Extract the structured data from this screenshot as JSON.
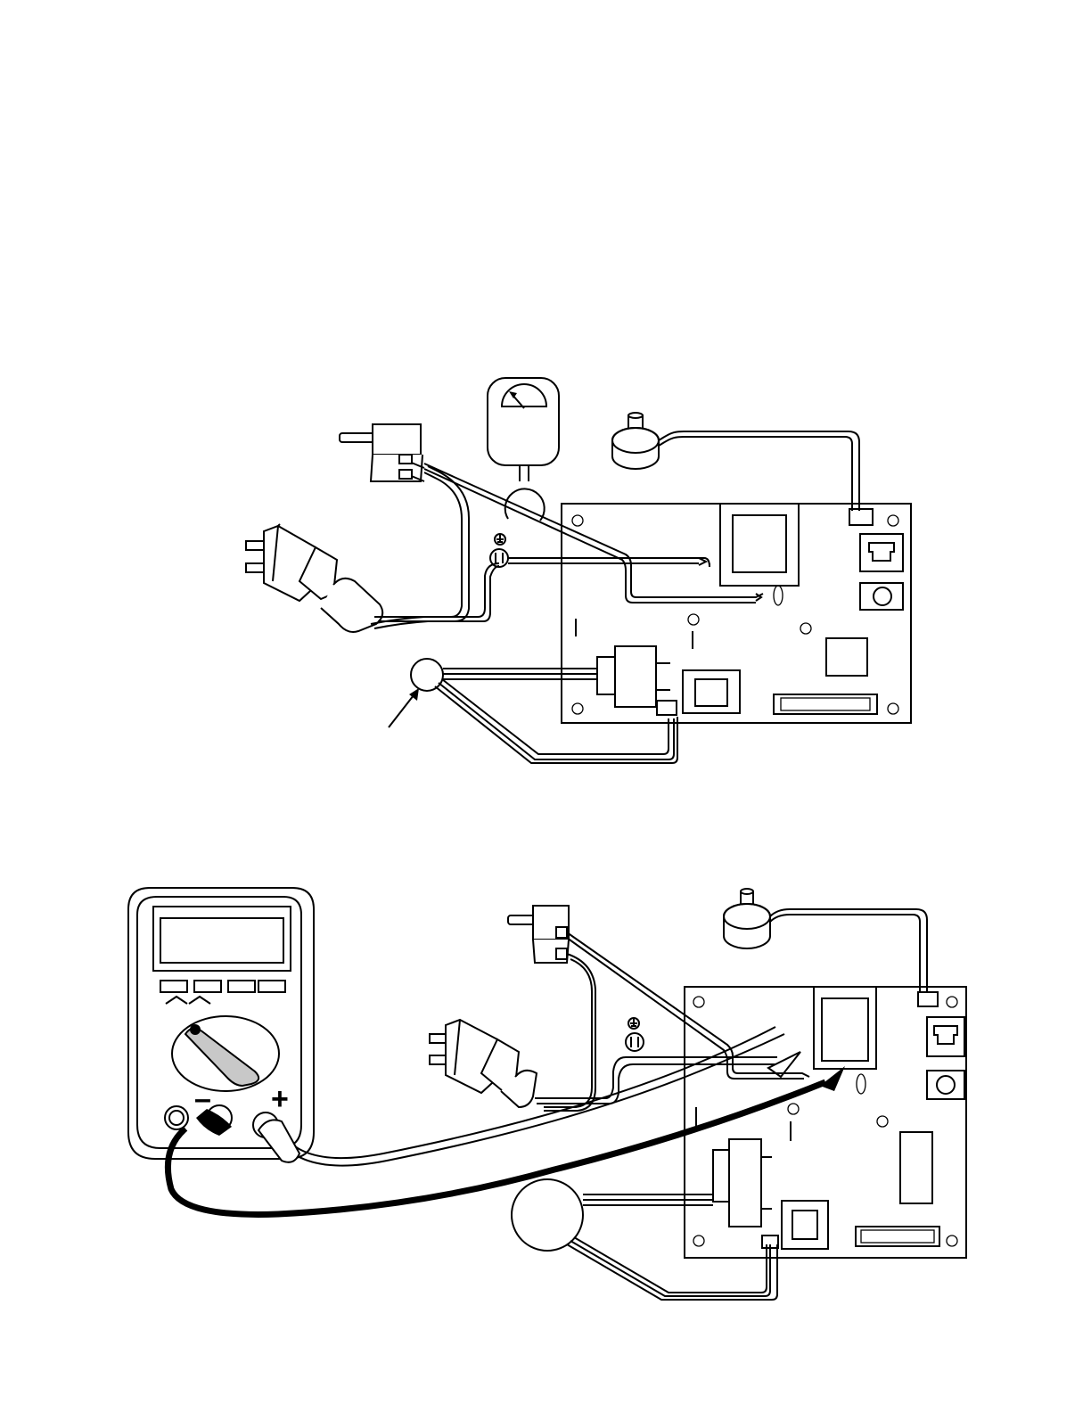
{
  "figures": [
    {
      "id": "fig-1",
      "components": [
        "toggle-switch",
        "timer-dial",
        "potentiometer",
        "power-cord-plug",
        "ground-screw",
        "control-board",
        "motor"
      ],
      "ground_symbol": "ground-icon"
    },
    {
      "id": "fig-2",
      "components": [
        "multimeter",
        "toggle-switch",
        "potentiometer",
        "power-cord-plug",
        "ground-screw",
        "control-board",
        "motor"
      ],
      "meter_labels": {
        "negative": "–",
        "positive": "+"
      },
      "probe_colors": {
        "black": "#000000",
        "red": "#ffffff"
      }
    }
  ]
}
